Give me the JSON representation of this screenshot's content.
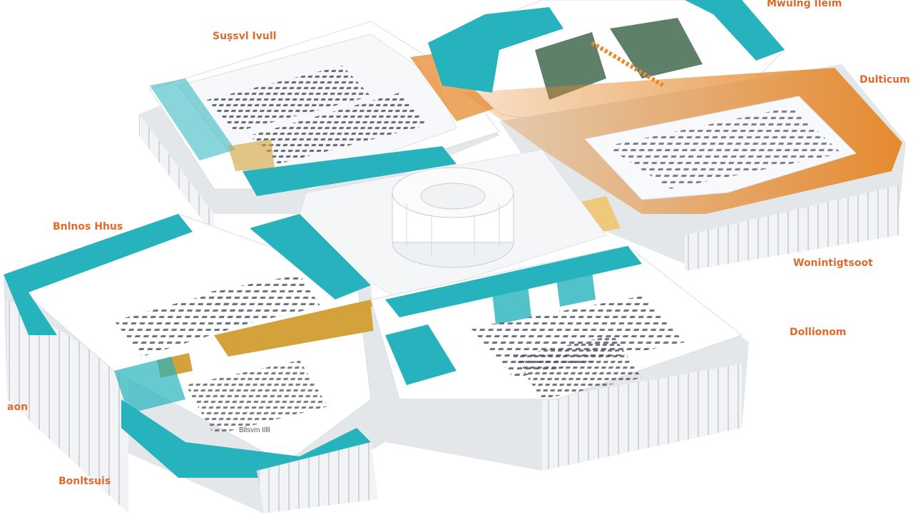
{
  "colors": {
    "label": "#e06a2c",
    "teal": "#27b3bd",
    "orange": "#e58a2e",
    "ochre": "#d3a23a",
    "green": "#5e7f68",
    "wall": "#e9ecef",
    "floor": "#f8f9fa",
    "seat": "#4a4f57"
  },
  "callouts": {
    "top_left": "Suşsvl Ivull",
    "top_right": "Mwulng Ileim",
    "right_upper": "Dulticum",
    "left_middle": "Bnlnos Hhus",
    "right_middle": "Wonintigtsoot",
    "right_lower": "Dollionom",
    "left_lower": "aon",
    "bottom_left": "Bonltsuis"
  },
  "inline_labels": {
    "hall_sign": "Bllsvm Illll"
  }
}
